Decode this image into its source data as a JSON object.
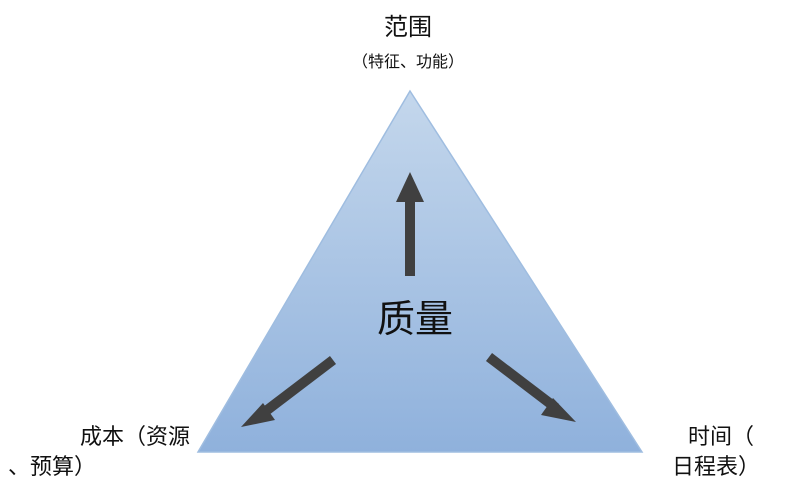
{
  "diagram": {
    "scope": {
      "title": "范围",
      "subtitle": "（特征、功能）"
    },
    "center": {
      "label": "质量"
    },
    "cost": {
      "line1": "成本（资源",
      "line2": "、预算）"
    },
    "time": {
      "line1": "时间（",
      "line2": "日程表）"
    }
  },
  "colors": {
    "triangle_top": "#c4d7ec",
    "triangle_bottom": "#8fb1dc",
    "triangle_edge": "#9fbde0",
    "arrow": "#404040"
  }
}
